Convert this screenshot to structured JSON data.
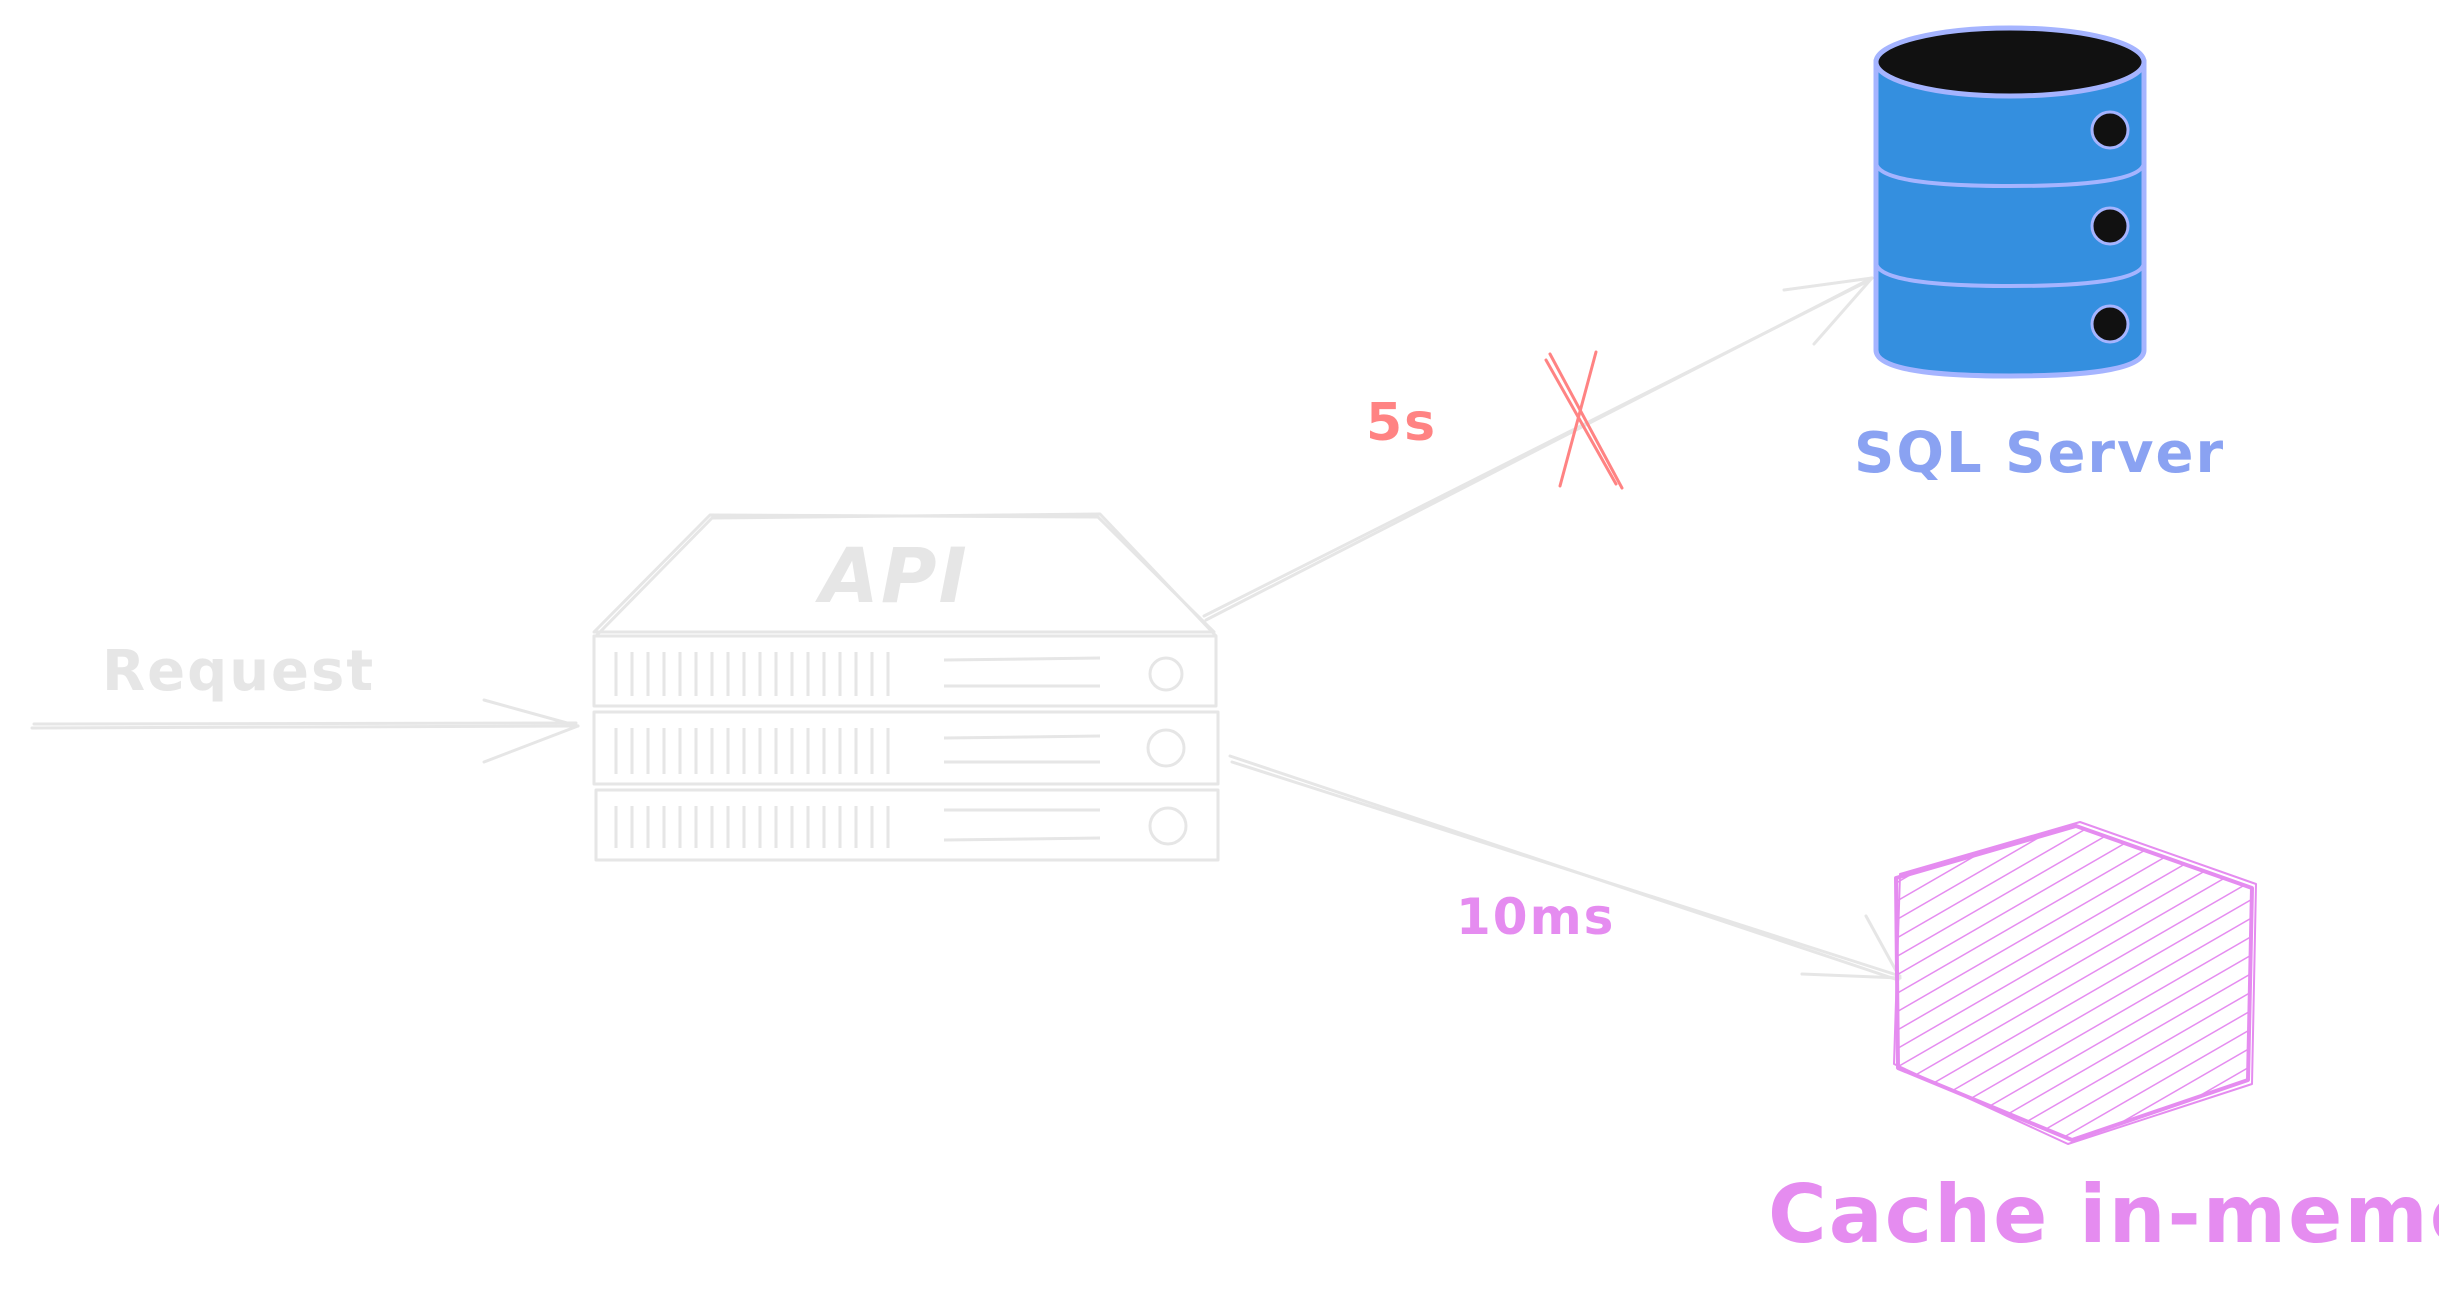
{
  "labels": {
    "request": "Request",
    "api": "API",
    "db_latency": "5s",
    "database": "SQL Server",
    "cache_latency": "10ms",
    "cache": "Cache in-memory"
  },
  "colors": {
    "faded": "#e6e6e6",
    "red": "#ff8383",
    "db_fill": "#348fdf",
    "db_stroke": "#a5b4ff",
    "db_label": "#8aa2f2",
    "db_top": "#111111",
    "cache": "#e58cf0",
    "background": "#ffffff"
  },
  "icons": {
    "api": "server-rack-icon",
    "database": "database-cylinder-icon",
    "cache": "hexagon-icon",
    "blocked": "x-mark-icon"
  }
}
